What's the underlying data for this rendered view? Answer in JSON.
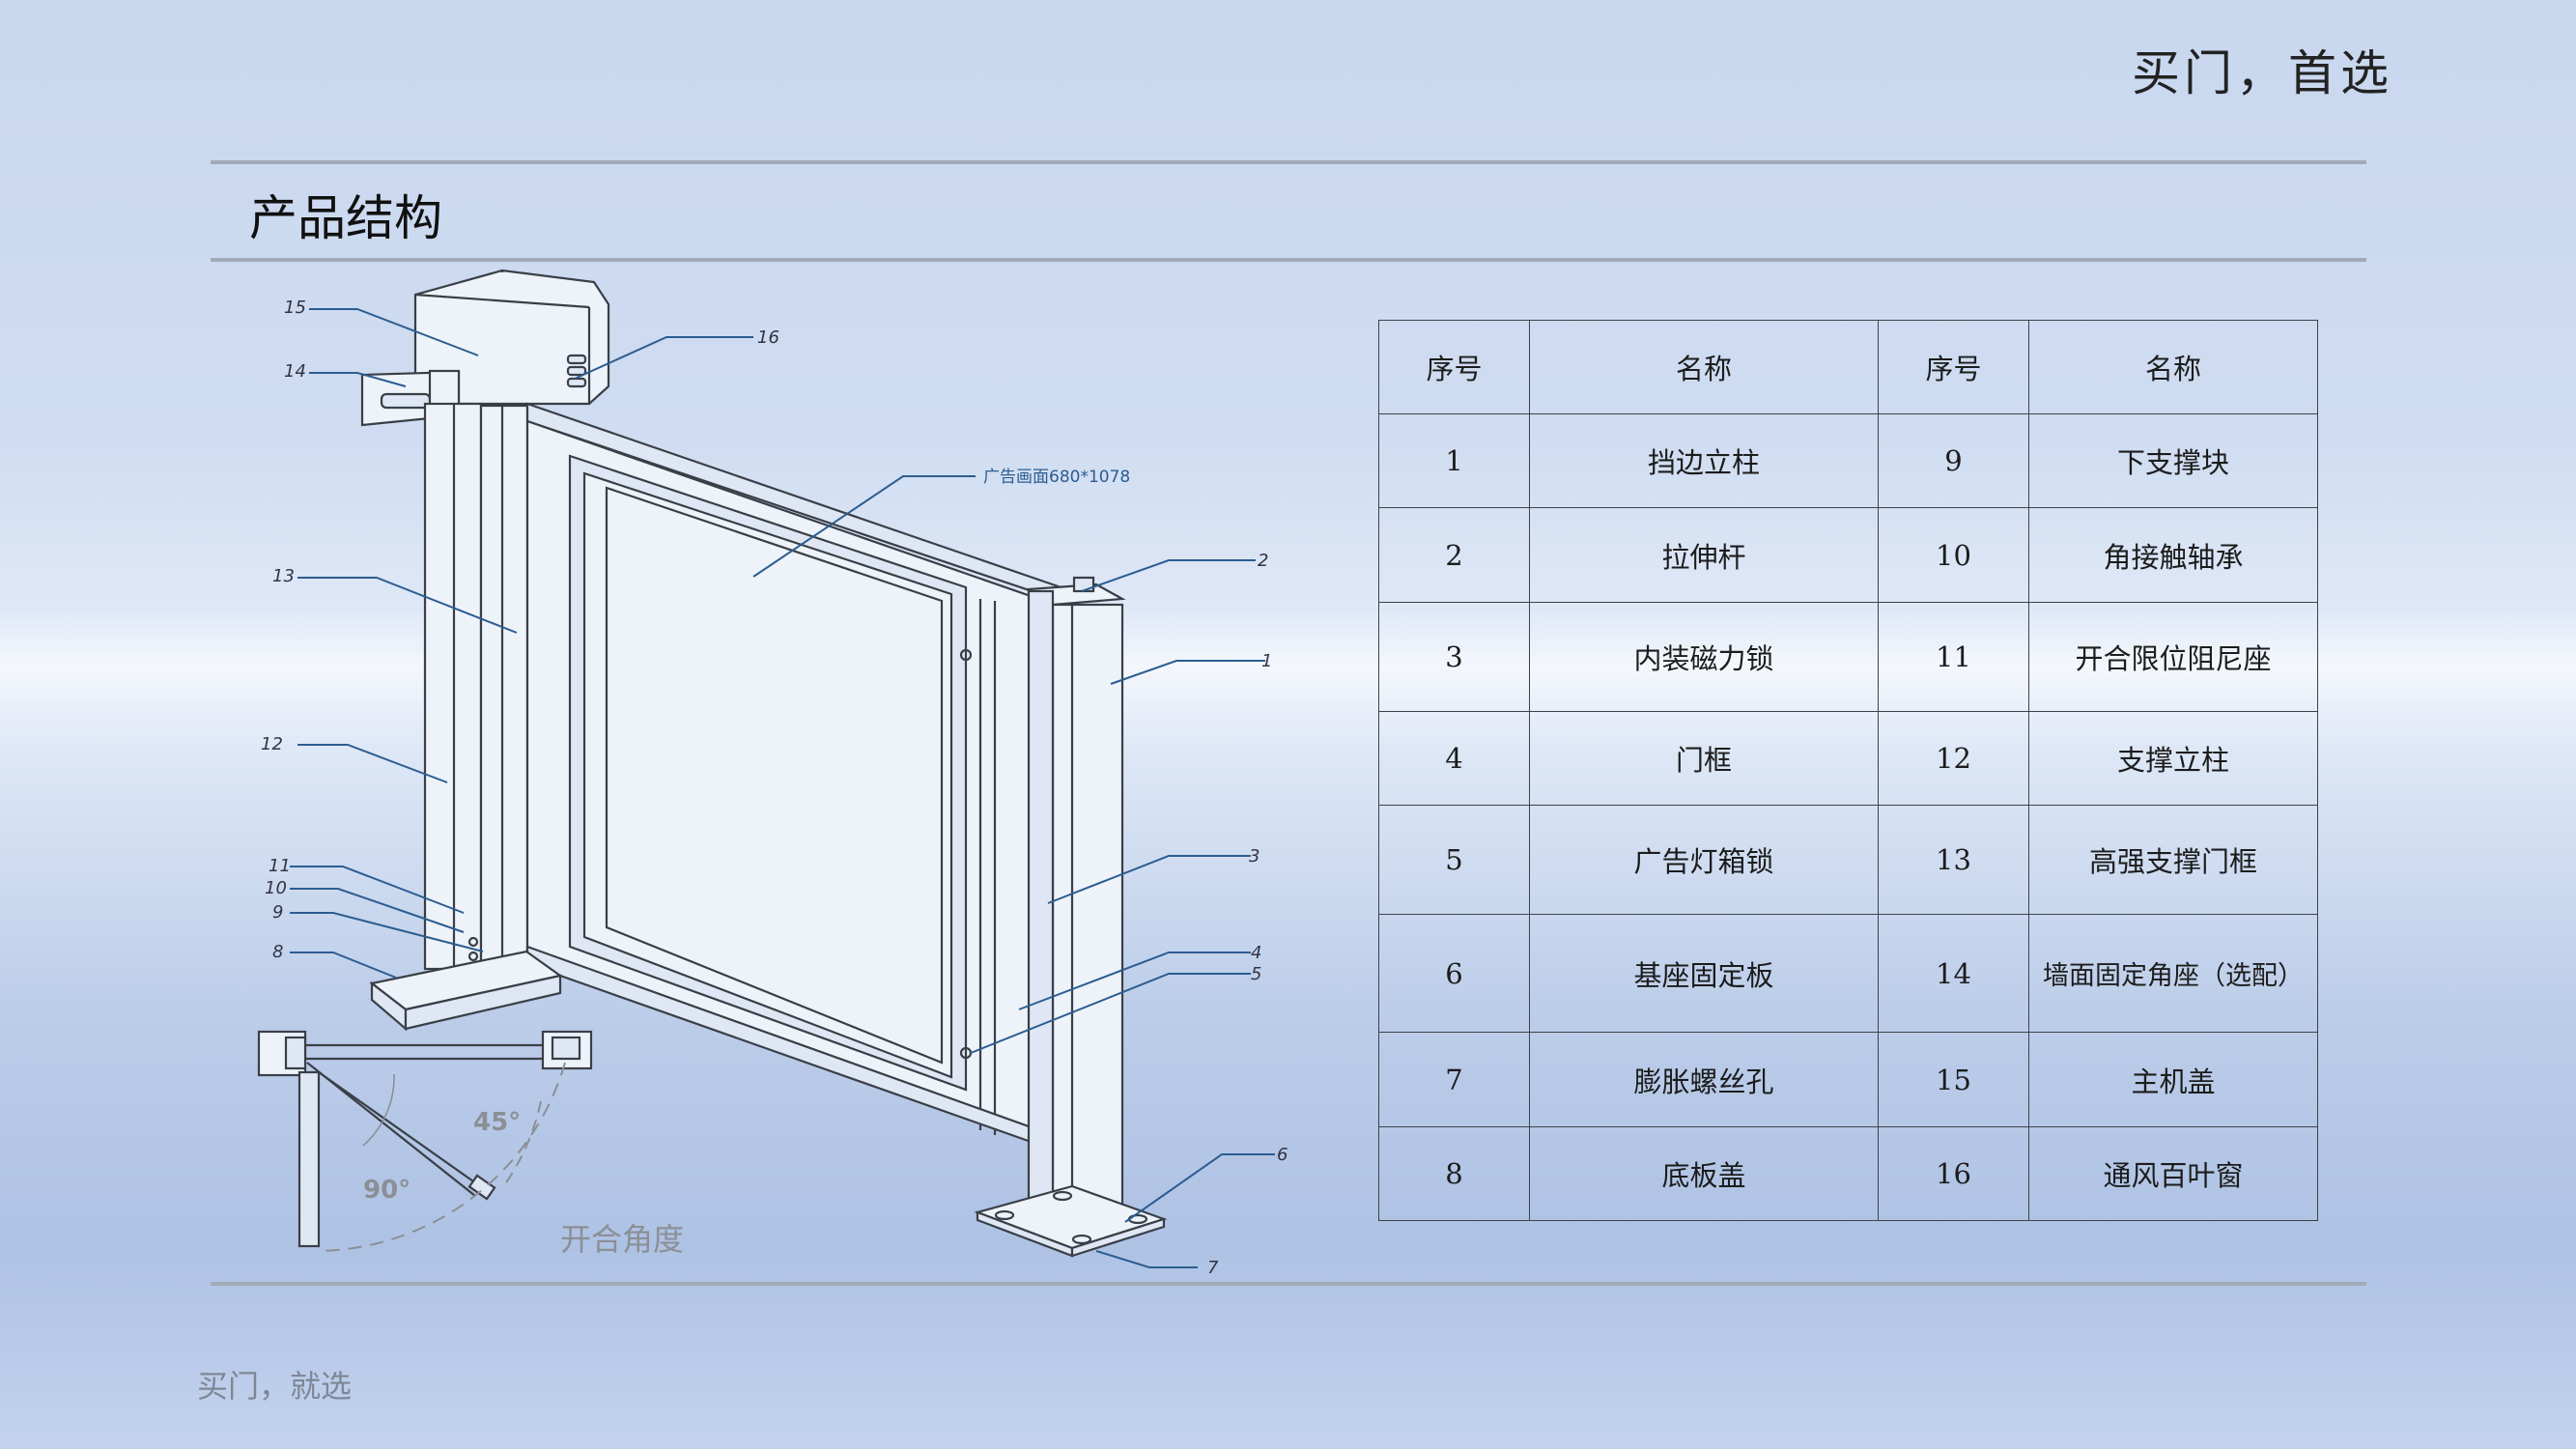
{
  "header": {
    "slogan": "买门，首选"
  },
  "section": {
    "title": "产品结构"
  },
  "footer": {
    "text": "买门，就选"
  },
  "diagram": {
    "ad_label": "广告画面680*1078",
    "angle_caption": "开合角度",
    "angle_45": "45°",
    "angle_90": "90°",
    "callouts": [
      "1",
      "2",
      "3",
      "4",
      "5",
      "6",
      "7",
      "8",
      "9",
      "10",
      "11",
      "12",
      "13",
      "14",
      "15",
      "16"
    ]
  },
  "table": {
    "headers": [
      "序号",
      "名称",
      "序号",
      "名称"
    ],
    "rows": [
      [
        "1",
        "挡边立柱",
        "9",
        "下支撑块"
      ],
      [
        "2",
        "拉伸杆",
        "10",
        "角接触轴承"
      ],
      [
        "3",
        "内装磁力锁",
        "11",
        "开合限位阻尼座"
      ],
      [
        "4",
        "门框",
        "12",
        "支撑立柱"
      ],
      [
        "5",
        "广告灯箱锁",
        "13",
        "高强支撑门框"
      ],
      [
        "6",
        "基座固定板",
        "14",
        "墙面固定角座（选配）"
      ],
      [
        "7",
        "膨胀螺丝孔",
        "15",
        "主机盖"
      ],
      [
        "8",
        "底板盖",
        "16",
        "通风百叶窗"
      ]
    ]
  },
  "colors": {
    "leader": "#2c5d91",
    "rule": "#a2aab6",
    "caption": "#8b8f96"
  }
}
